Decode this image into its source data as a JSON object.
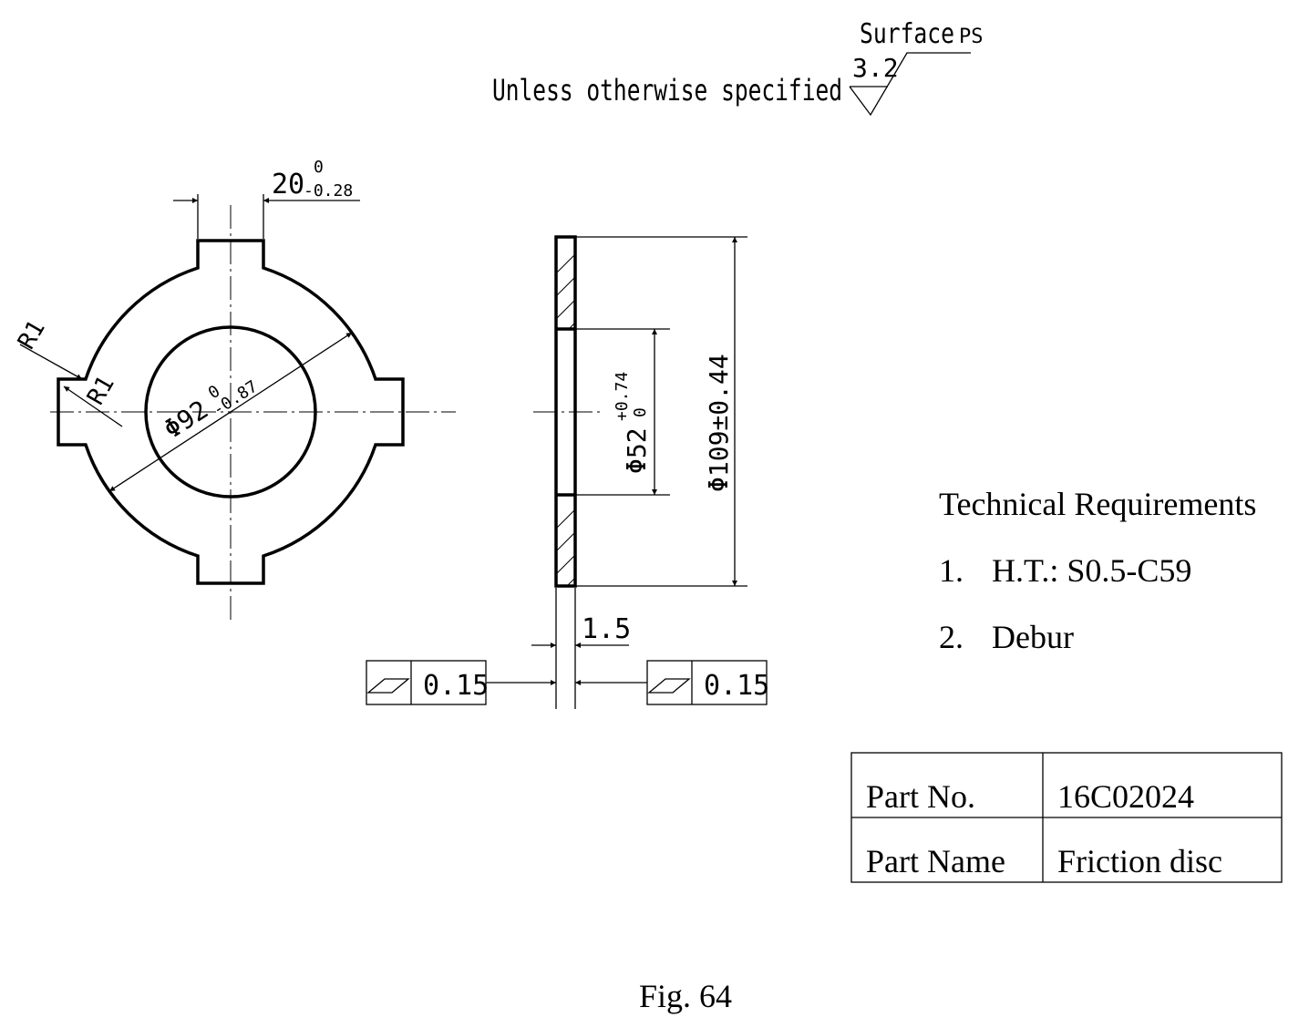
{
  "surface_note": {
    "prefix": "Unless otherwise specified",
    "label": "Surface",
    "label_suffix": "PS",
    "roughness": "3.2"
  },
  "front_view": {
    "key_width": "20",
    "key_tol_upper": "0",
    "key_tol_lower": "-0.28",
    "outer_diameter": "Φ92",
    "outer_tol_upper": "0",
    "outer_tol_lower": "-0.87",
    "radius_outer": "R1",
    "radius_inner": "R1"
  },
  "side_view": {
    "inner_diameter": "Φ52",
    "inner_tol_upper": "+0.74",
    "inner_tol_lower": "0",
    "outer_diameter": "Φ109±0.44",
    "thickness": "1.5"
  },
  "tolerance_frames": [
    {
      "symbol": "flatness-icon",
      "value": "0.15"
    },
    {
      "symbol": "flatness-icon",
      "value": "0.15"
    }
  ],
  "technical_requirements": {
    "title": "Technical Requirements",
    "items": [
      {
        "num": "1.",
        "text": "H.T.: S0.5-C59"
      },
      {
        "num": "2.",
        "text": "Debur"
      }
    ]
  },
  "title_block": {
    "rows": [
      {
        "label": "Part No.",
        "value": "16C02024"
      },
      {
        "label": "Part Name",
        "value": "Friction disc"
      }
    ]
  },
  "caption": "Fig. 64"
}
